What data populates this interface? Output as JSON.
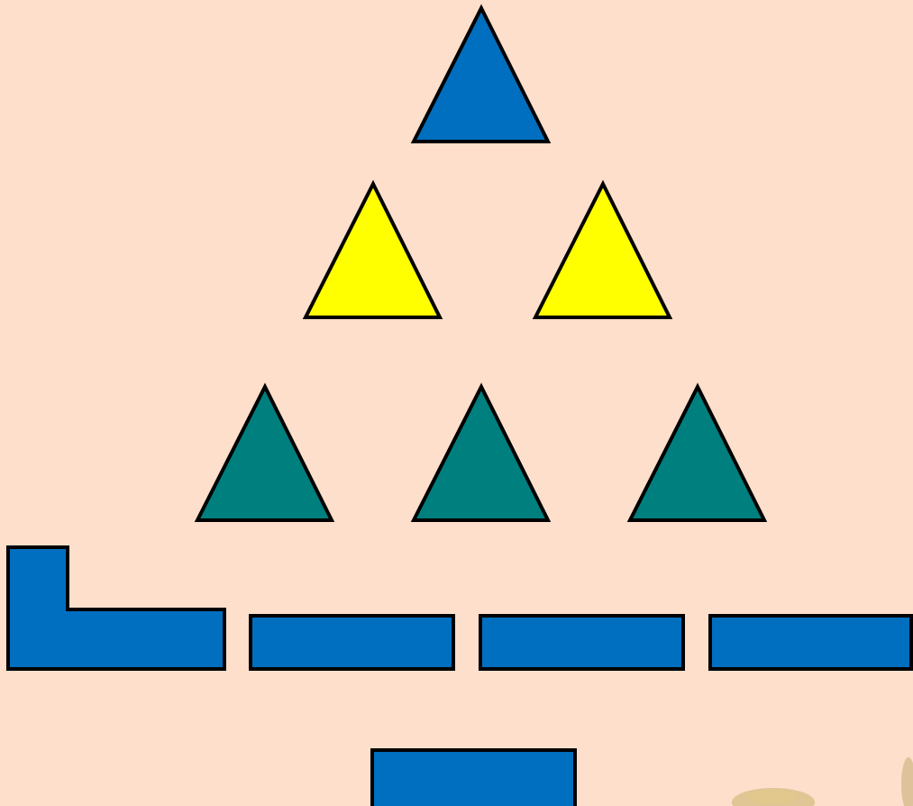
{
  "colors": {
    "background": "#FDDFCB",
    "blue": "#006FC0",
    "yellow": "#FFFF00",
    "teal": "#007F7F",
    "outline": "#000000",
    "decoration": "#C9AE6A"
  },
  "shapes": {
    "top_triangle": {
      "kind": "triangle",
      "color": "blue"
    },
    "yellow_triangles": [
      {
        "kind": "triangle",
        "color": "yellow"
      },
      {
        "kind": "triangle",
        "color": "yellow"
      }
    ],
    "teal_triangles": [
      {
        "kind": "triangle",
        "color": "teal"
      },
      {
        "kind": "triangle",
        "color": "teal"
      },
      {
        "kind": "triangle",
        "color": "teal"
      }
    ],
    "l_block": {
      "kind": "l-shape",
      "color": "blue"
    },
    "bars": [
      {
        "kind": "rectangle",
        "color": "blue"
      },
      {
        "kind": "rectangle",
        "color": "blue"
      },
      {
        "kind": "rectangle",
        "color": "blue"
      }
    ],
    "bottom_bar": {
      "kind": "rectangle",
      "color": "blue"
    },
    "corner_decoration": {
      "kind": "flower-icon",
      "color": "decoration"
    }
  }
}
